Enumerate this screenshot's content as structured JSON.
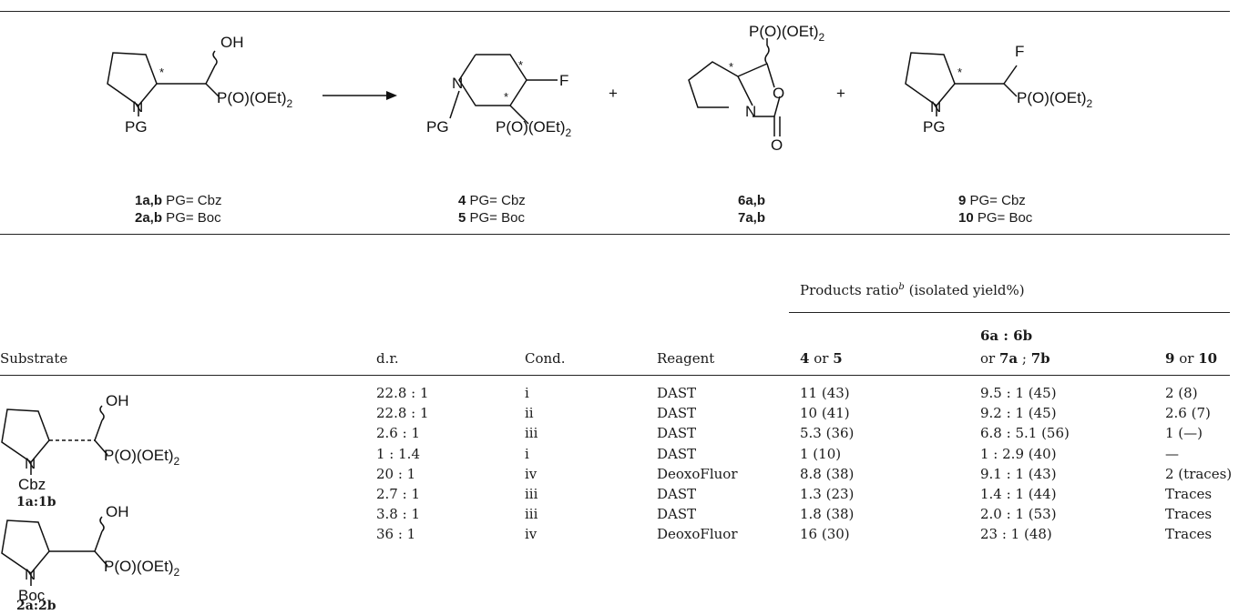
{
  "scheme": {
    "atoms": {
      "N": "N",
      "PG": "PG",
      "OH": "OH",
      "F": "F",
      "O": "O",
      "phosphonate": "P(O)(OEt)",
      "two": "2",
      "star": "*",
      "plus": "+"
    },
    "compound_labels": [
      {
        "lines": [
          {
            "bold": "1a,b",
            "text": " PG= Cbz"
          },
          {
            "bold": "2a,b",
            "text": " PG= Boc"
          }
        ]
      },
      {
        "lines": [
          {
            "bold": "4",
            "text": " PG= Cbz"
          },
          {
            "bold": "5",
            "text": " PG=  Boc"
          }
        ]
      },
      {
        "lines": [
          {
            "bold": "6a,b",
            "text": ""
          },
          {
            "bold": "7a,b",
            "text": ""
          }
        ]
      },
      {
        "lines": [
          {
            "bold": "9",
            "text": "  PG= Cbz"
          },
          {
            "bold": "10",
            "text": "  PG= Boc"
          }
        ]
      }
    ]
  },
  "table": {
    "spanning_header": {
      "prefix": "Products ratio",
      "sup": "b",
      "suffix": " (isolated yield%)"
    },
    "headers": {
      "substrate": "Substrate",
      "dr": "d.r.",
      "cond": "Cond.",
      "reagent": "Reagent",
      "p45": {
        "b1": "4",
        "t1": " or ",
        "b2": "5"
      },
      "p67_line1": {
        "b1": "6a : 6b"
      },
      "p67_line2": {
        "t0": "or ",
        "b1": "7a",
        "t1": " ; ",
        "b2": "7b"
      },
      "p910": {
        "b1": "9",
        "t1": " or ",
        "b2": "10"
      }
    },
    "substrate_labels": {
      "cbz": "Cbz",
      "boc": "Boc",
      "group1": "1a:1b",
      "group2": "2a:2b"
    },
    "rows": [
      {
        "dr": "22.8 : 1",
        "cond": "i",
        "reagent": "DAST",
        "p45": "11 (43)",
        "p67": "9.5 : 1 (45)",
        "p910": "2 (8)"
      },
      {
        "dr": "22.8 : 1",
        "cond": "ii",
        "reagent": "DAST",
        "p45": "10 (41)",
        "p67": "9.2 : 1 (45)",
        "p910": "2.6 (7)"
      },
      {
        "dr": "2.6 : 1",
        "cond": "iii",
        "reagent": "DAST",
        "p45": "5.3 (36)",
        "p67": "6.8 : 5.1 (56)",
        "p910": "1 (—)"
      },
      {
        "dr": "1 : 1.4",
        "cond": "i",
        "reagent": "DAST",
        "p45": "1 (10)",
        "p67": "1 : 2.9 (40)",
        "p910": "—"
      },
      {
        "dr": "20 : 1",
        "cond": "iv",
        "reagent": "DeoxoFluor",
        "p45": "8.8 (38)",
        "p67": "9.1 : 1 (43)",
        "p910": "2 (traces)"
      },
      {
        "dr": "2.7 : 1",
        "cond": "iii",
        "reagent": "DAST",
        "p45": "1.3 (23)",
        "p67": "1.4 : 1 (44)",
        "p910": "Traces"
      },
      {
        "dr": "3.8 : 1",
        "cond": "iii",
        "reagent": "DAST",
        "p45": "1.8 (38)",
        "p67": "2.0 : 1 (53)",
        "p910": "Traces"
      },
      {
        "dr": "36 : 1",
        "cond": "iv",
        "reagent": "DeoxoFluor",
        "p45": "16 (30)",
        "p67": "23 : 1 (48)",
        "p910": "Traces"
      }
    ]
  }
}
